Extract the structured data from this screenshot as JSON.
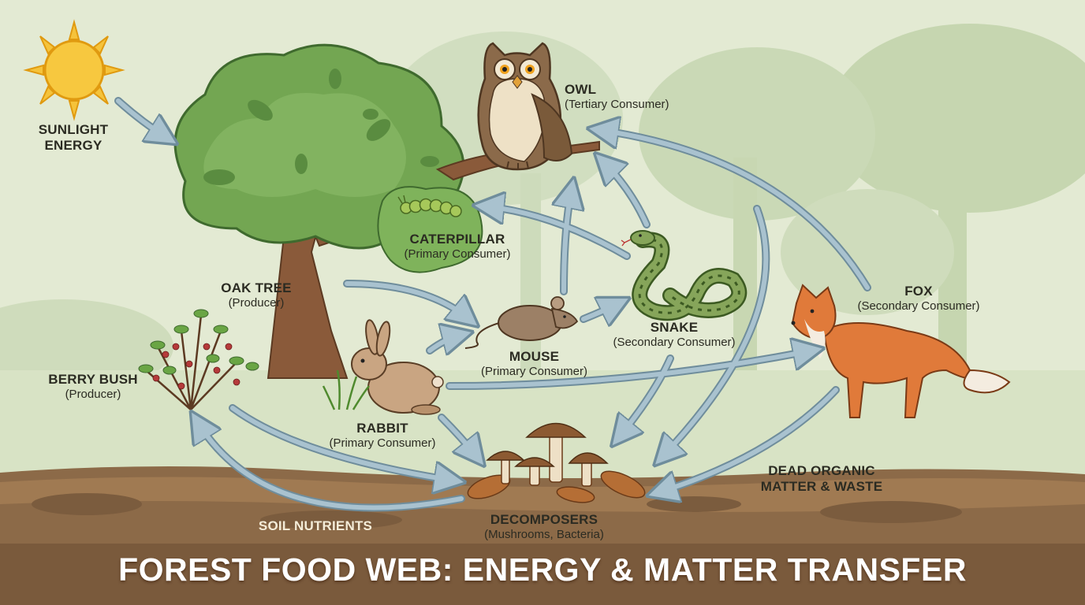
{
  "title": "FOREST FOOD WEB: ENERGY & MATTER TRANSFER",
  "sunlight": "SUNLIGHT\nENERGY",
  "owl": {
    "name": "OWL",
    "role": "(Tertiary Consumer)"
  },
  "caterpillar": {
    "name": "CATERPILLAR",
    "role": "(Primary Consumer)"
  },
  "oak": {
    "name": "OAK TREE",
    "role": "(Producer)"
  },
  "snake": {
    "name": "SNAKE",
    "role": "(Secondary Consumer)"
  },
  "fox": {
    "name": "FOX",
    "role": "(Secondary Consumer)"
  },
  "mouse": {
    "name": "MOUSE",
    "role": "(Primary Consumer)"
  },
  "berry": {
    "name": "BERRY BUSH",
    "role": "(Producer)"
  },
  "rabbit": {
    "name": "RABBIT",
    "role": "(Primary Consumer)"
  },
  "dead_matter": "DEAD ORGANIC\nMATTER & WASTE",
  "soil": "SOIL NUTRIENTS",
  "decomposers": {
    "name": "DECOMPOSERS",
    "role": "(Mushrooms, Bacteria)"
  },
  "colors": {
    "arrow": "#a9c2cf",
    "arrow_stroke": "#6f8d9c",
    "ground": "#8c6a48",
    "sky": "#e3ead3"
  }
}
